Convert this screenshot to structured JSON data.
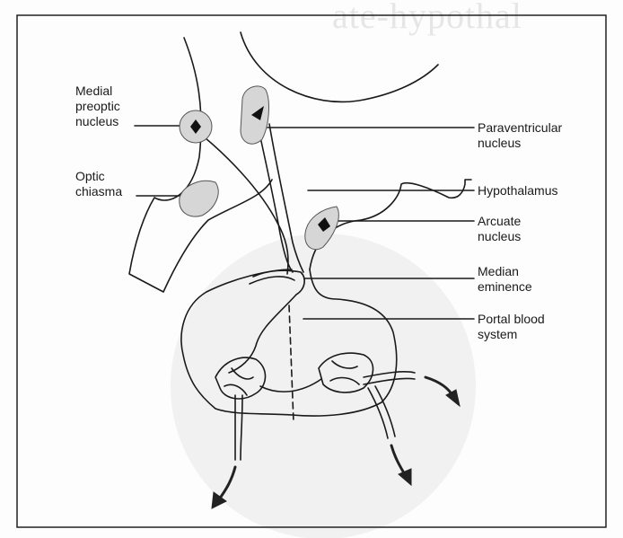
{
  "watermark": "ate-hypothal",
  "labels": {
    "medial_preoptic": "Medial\npreoptic\nnucleus",
    "optic_chiasma": "Optic\nchiasma",
    "paraventricular": "Paraventricular\nnucleus",
    "hypothalamus": "Hypothalamus",
    "arcuate": "Arcuate\nnucleus",
    "median_eminence": "Median\neminence",
    "portal_blood_system": "Portal blood\nsystem"
  },
  "colors": {
    "stroke": "#1a1a1a",
    "nucleus_fill": "#d6d6d6",
    "background_disc": "#f0f0f0",
    "frame": "#222222"
  }
}
